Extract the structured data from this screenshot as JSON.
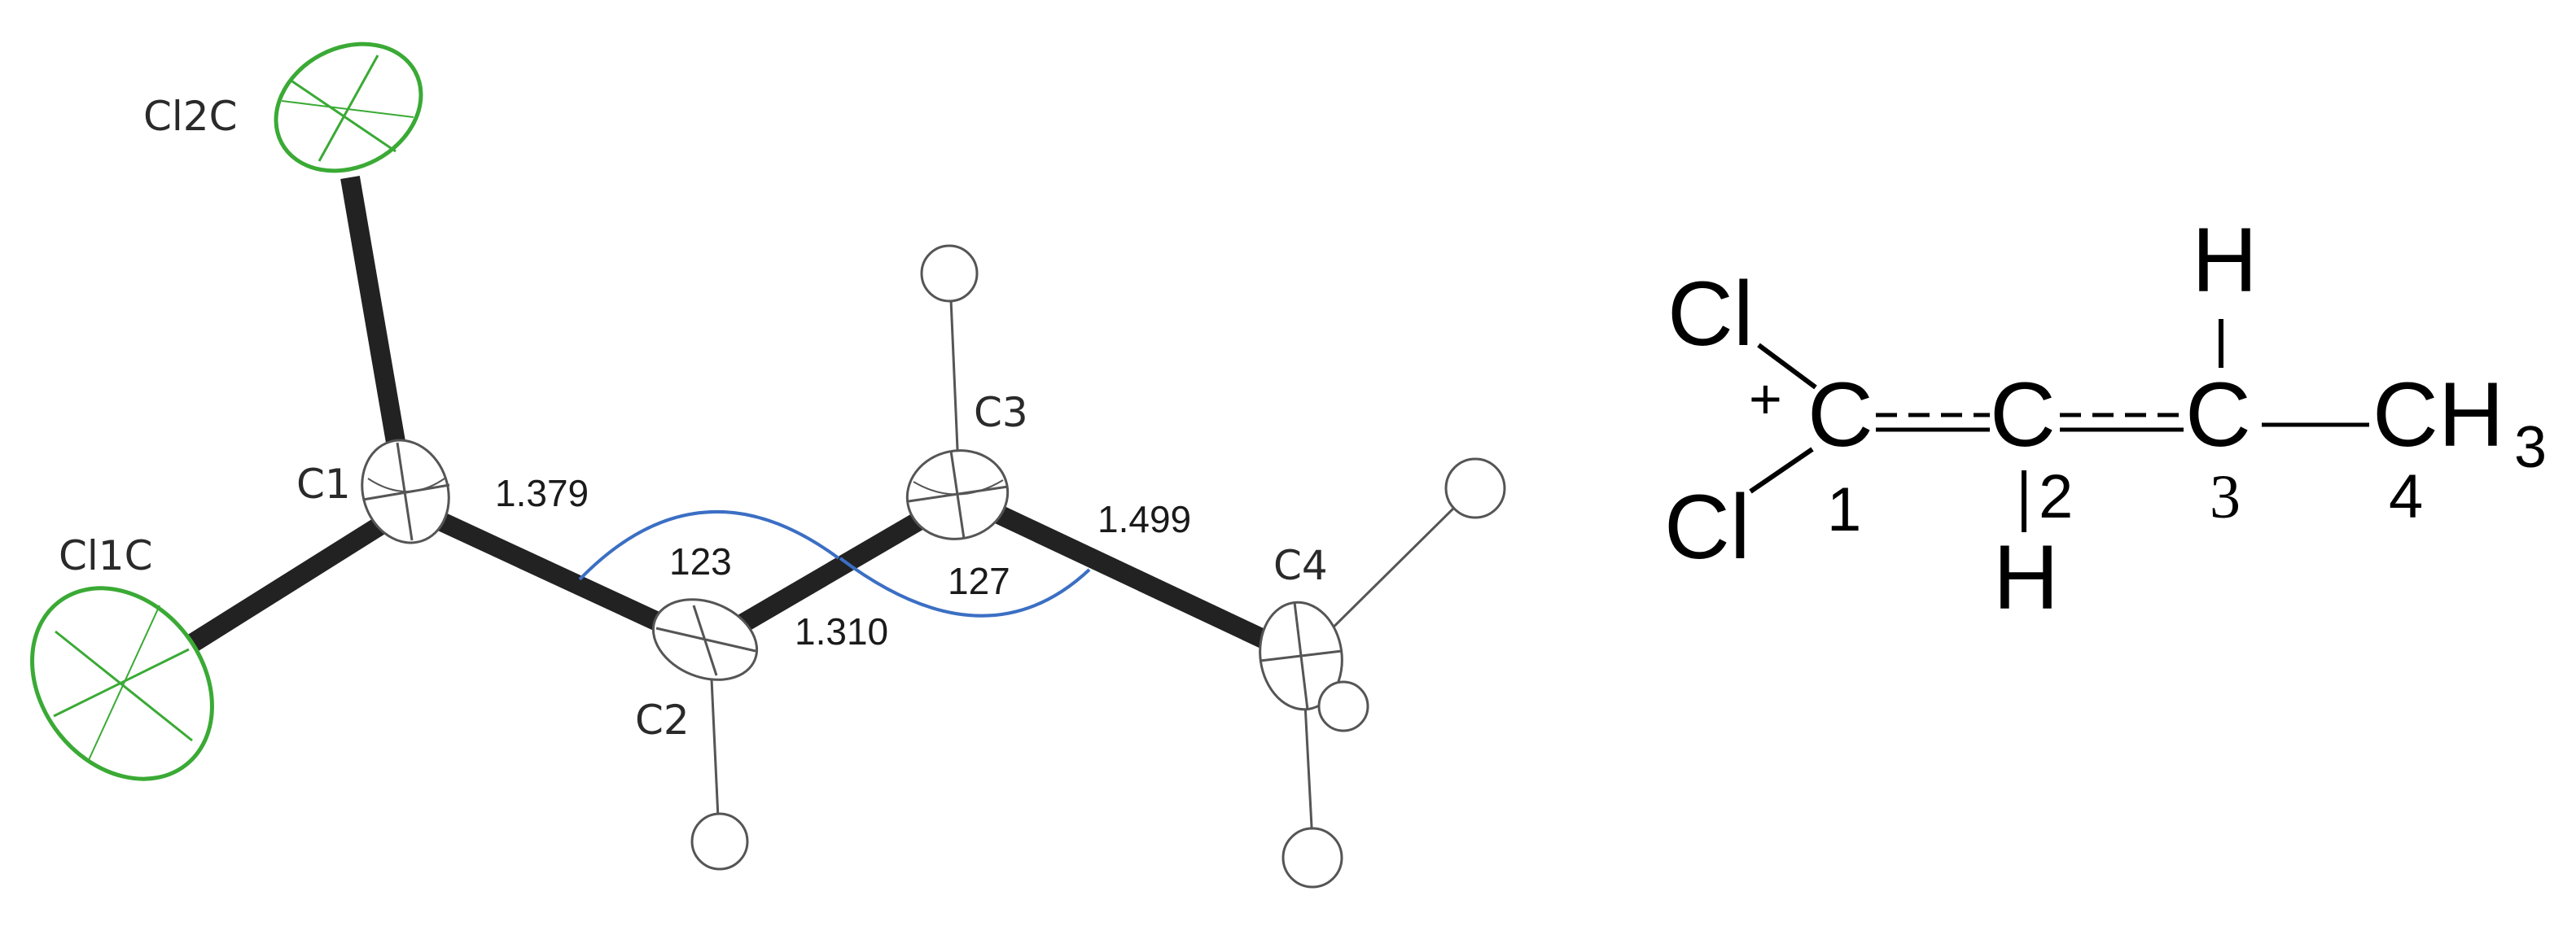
{
  "colors": {
    "bond": "#222222",
    "chlorine": "#3aaa35",
    "carbon_outline": "#555555",
    "angle_arc": "#3b6fc4",
    "structure_ink": "#000000"
  },
  "ortep": {
    "atoms": {
      "cl2c": "Cl2C",
      "cl1c": "Cl1C",
      "c1": "C1",
      "c2": "C2",
      "c3": "C3",
      "c4": "C4"
    },
    "bond_lengths": {
      "c1_c2": "1.379",
      "c2_c3": "1.310",
      "c3_c4": "1.499"
    },
    "angles": {
      "c1_c2_c3": "123",
      "c2_c3_c4": "127"
    }
  },
  "structure": {
    "cl_top": "Cl",
    "cl_bottom": "Cl",
    "charge": "+",
    "c1": "C",
    "c2": "C",
    "c3": "C",
    "h_top": "H",
    "h_bottom": "H",
    "ch": "CH",
    "ch_sub": "3",
    "num1": "1",
    "num2": "2",
    "num3": "3",
    "num4": "4"
  }
}
